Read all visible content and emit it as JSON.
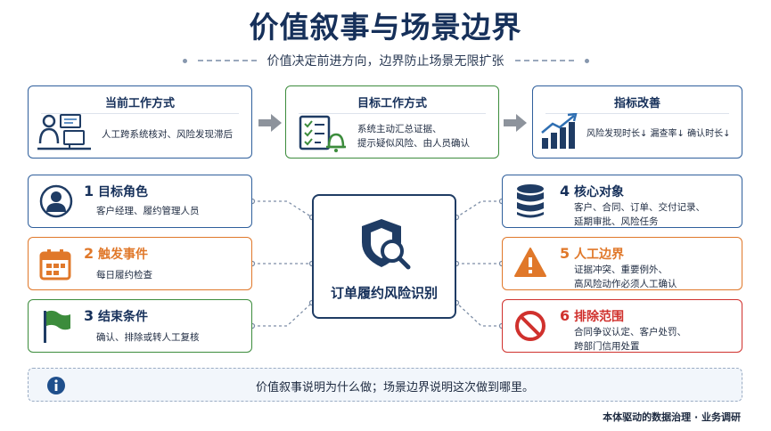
{
  "title": "价值叙事与场景边界",
  "subtitle": "价值决定前进方向，边界防止场景无限扩张",
  "top_cards": [
    {
      "heading": "当前工作方式",
      "body": "人工跨系统核对、风险发现滞后",
      "icon": "person-at-computer-icon",
      "color": "#2f5f9c"
    },
    {
      "heading": "目标工作方式",
      "body_lines": [
        "系统主动汇总证据、",
        "提示疑似风险、由人员确认"
      ],
      "icon": "checklist-bell-icon",
      "color": "#3c8c3c"
    },
    {
      "heading": "指标改善",
      "body": "风险发现时长↓  漏查率↓  确认时长↓",
      "icon": "bar-chart-trend-icon",
      "color": "#2f5f9c"
    }
  ],
  "left_cards": [
    {
      "number": "1",
      "heading": "目标角色",
      "body": "客户经理、履约管理人员",
      "icon": "user-icon",
      "color": "#2f5f9c"
    },
    {
      "number": "2",
      "heading": "触发事件",
      "body": "每日履约检查",
      "icon": "calendar-icon",
      "color": "#e0782a"
    },
    {
      "number": "3",
      "heading": "结束条件",
      "body": "确认、排除或转人工复核",
      "icon": "flag-icon",
      "color": "#3c8c3c"
    }
  ],
  "right_cards": [
    {
      "number": "4",
      "heading": "核心对象",
      "body_lines": [
        "客户、合同、订单、交付记录、",
        "延期审批、风险任务"
      ],
      "icon": "database-icon",
      "color": "#2f5f9c"
    },
    {
      "number": "5",
      "heading": "人工边界",
      "body_lines": [
        "证据冲突、重要例外、",
        "高风险动作必须人工确认"
      ],
      "icon": "warning-icon",
      "color": "#e0782a"
    },
    {
      "number": "6",
      "heading": "排除范围",
      "body_lines": [
        "合同争议认定、客户处罚、",
        "跨部门信用处置"
      ],
      "icon": "prohibited-icon",
      "color": "#d0312d"
    }
  ],
  "center": {
    "label": "订单履约风险识别",
    "icon": "shield-search-icon"
  },
  "note": {
    "text": "价值叙事说明为什么做；场景边界说明这次做到哪里。",
    "icon": "info-icon"
  },
  "footer": "本体驱动的数据治理 · 业务调研"
}
